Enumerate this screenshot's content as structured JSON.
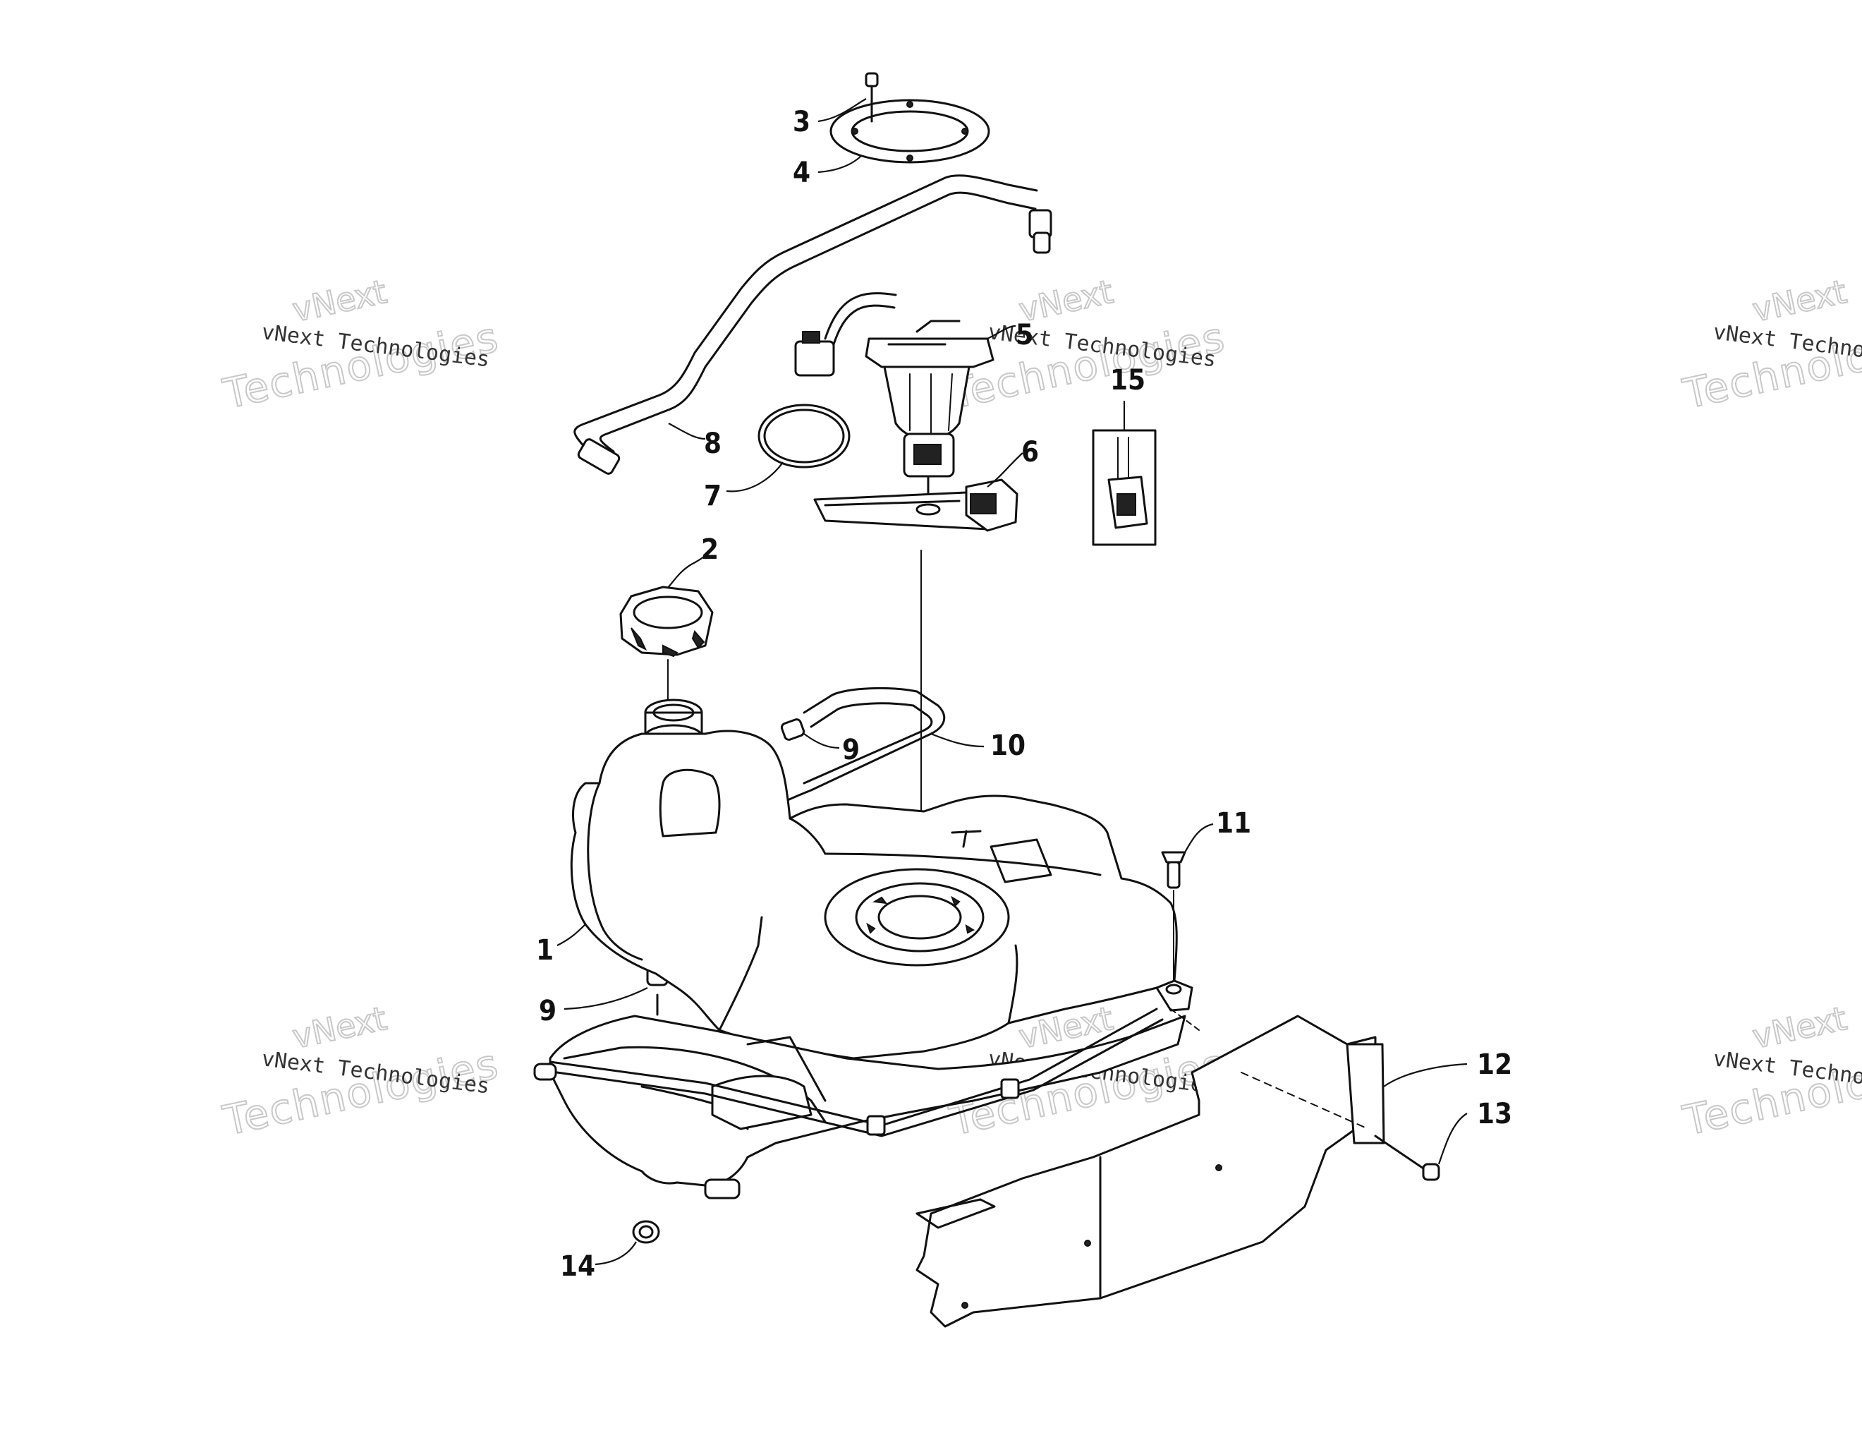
{
  "watermark": {
    "line1": "vNext",
    "line2": "vNext Technologies",
    "line3": "Technologies"
  },
  "callouts": {
    "c1": "1",
    "c2": "2",
    "c3": "3",
    "c4": "4",
    "c5": "5",
    "c6": "6",
    "c7": "7",
    "c8": "8",
    "c9a": "9",
    "c9b": "9",
    "c10": "10",
    "c11": "11",
    "c12": "12",
    "c13": "13",
    "c14": "14",
    "c15": "15"
  }
}
